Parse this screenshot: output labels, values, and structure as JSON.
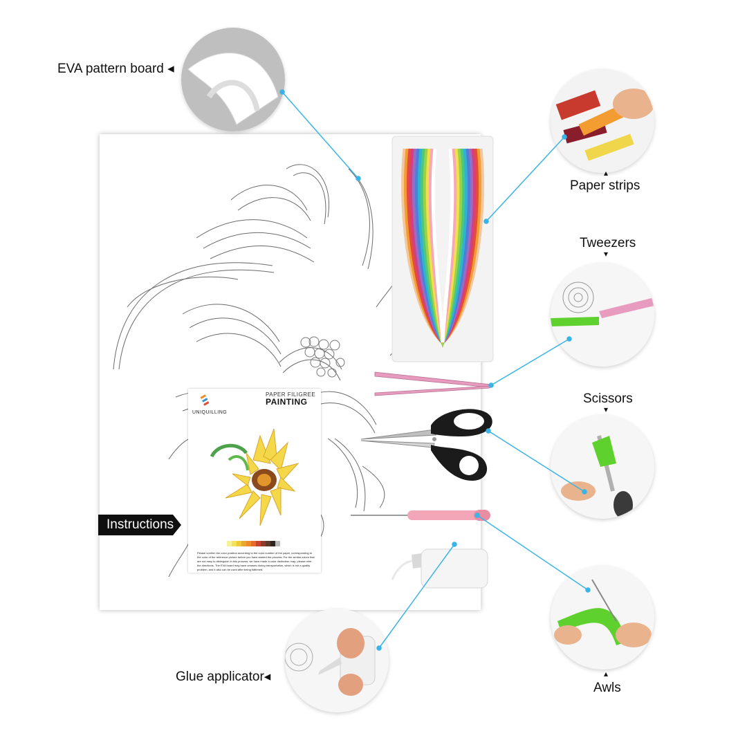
{
  "callouts": {
    "eva_board": "EVA pattern board",
    "paper_strips": "Paper strips",
    "tweezers": "Tweezers",
    "scissors": "Scissors",
    "awls": "Awls",
    "glue_applicator": "Glue applicator",
    "instructions": "Instructions"
  },
  "pointer_glyphs": {
    "left": "◂",
    "up": "▴",
    "down": "▾"
  },
  "instruction_card": {
    "brand": "UNIQUILLING",
    "title_small": "PAPER FILIGREE",
    "title_big": "PAINTING",
    "body": "Please confirm the color position according to the color number of the paper, corresponding to the color of the reference picture before you have started the process. For the similar colors that are not easy to distinguish in this process, we have made a color distinction map, please refer the directions. The EVA board may have creases during transportation, which is not a quality problem, and it also can be used after being flattened."
  },
  "colors": {
    "callout_line": "#39b4e6",
    "tag_background": "#0f0f0f",
    "tweezer_pink": "#e79bbf",
    "awl_handle_pink": "#f2a6b8",
    "quill_green": "#5fd12f"
  },
  "strip_palette": [
    "#f2c8a0",
    "#f39c31",
    "#e44b3c",
    "#d43f7e",
    "#9c6bc4",
    "#4c7fd6",
    "#2fb3d0",
    "#4cc77f",
    "#9ad14a",
    "#f0e04a",
    "#f7a7b7",
    "#ffffff"
  ],
  "swatches": [
    "#f7f29a",
    "#f3e25a",
    "#f0c93b",
    "#e9a72f",
    "#f08a2a",
    "#e86a28",
    "#c8442e",
    "#8f3b2e",
    "#5b3a2a",
    "#2b2420",
    "#b8b8b8",
    "#ffffff"
  ]
}
